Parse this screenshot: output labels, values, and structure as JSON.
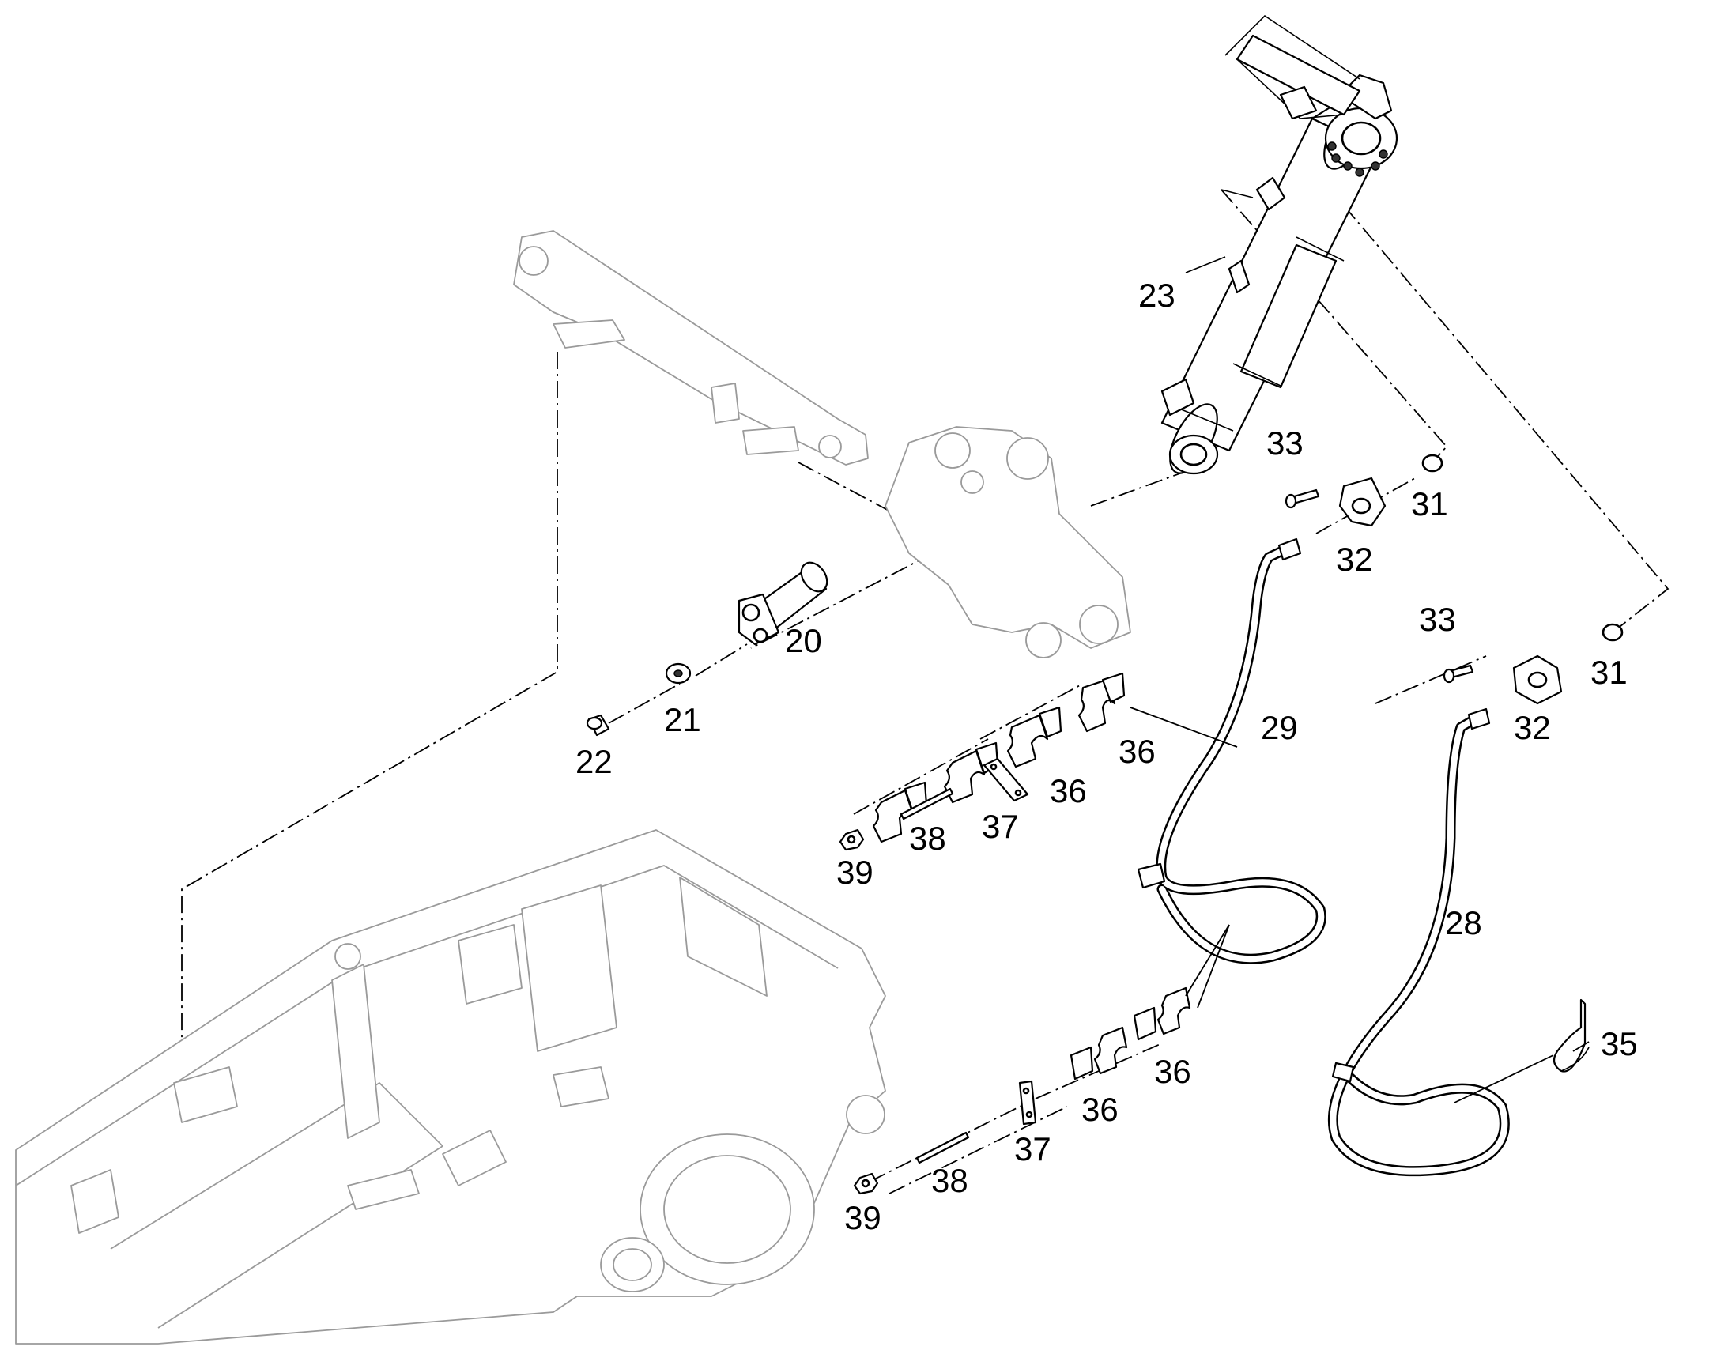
{
  "callouts": {
    "c20": "20",
    "c21": "21",
    "c22": "22",
    "c23": "23",
    "c28": "28",
    "c29": "29",
    "c31a": "31",
    "c31b": "31",
    "c32a": "32",
    "c32b": "32",
    "c33a": "33",
    "c33b": "33",
    "c35": "35",
    "c36a": "36",
    "c36b": "36",
    "c36c": "36",
    "c36d": "36",
    "c37a": "37",
    "c37b": "37",
    "c38a": "38",
    "c38b": "38",
    "c39a": "39",
    "c39b": "39"
  }
}
